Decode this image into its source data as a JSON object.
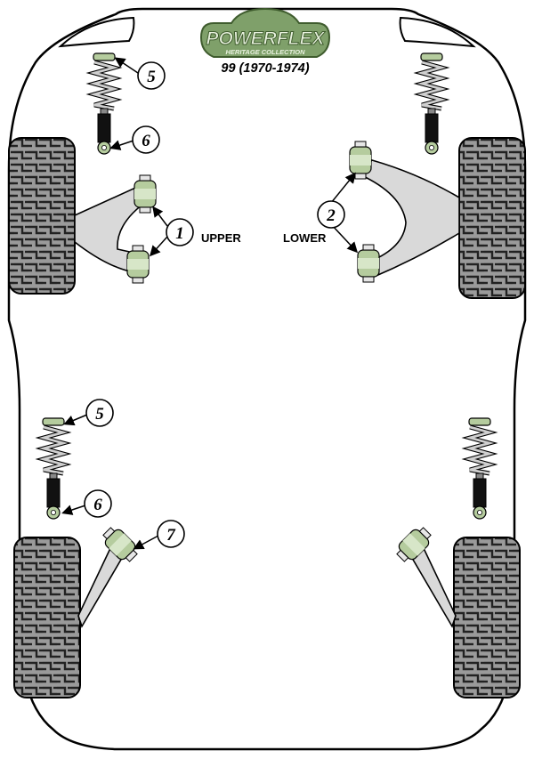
{
  "brand": {
    "name": "POWERFLEX",
    "tagline": "HERITAGE COLLECTION",
    "model": "99 (1970-1974)",
    "colors": {
      "logo_fill": "#7fa06a",
      "logo_dark": "#3f5c2e",
      "logo_light": "#e9f2df"
    }
  },
  "labels": {
    "upper": "UPPER",
    "lower": "LOWER"
  },
  "callouts": [
    {
      "id": "front-spring-top",
      "number": "5"
    },
    {
      "id": "front-shock-bottom",
      "number": "6"
    },
    {
      "id": "upper-arm-bushes",
      "number": "1"
    },
    {
      "id": "lower-arm-bushes",
      "number": "2"
    },
    {
      "id": "rear-spring-top",
      "number": "5"
    },
    {
      "id": "rear-shock-bottom",
      "number": "6"
    },
    {
      "id": "rear-arm-bush",
      "number": "7"
    }
  ],
  "colors": {
    "outline": "#000000",
    "tyre": "#9a9a9a",
    "tyre_tread": "#222222",
    "arm": "#d9d9d9",
    "bush": "#b5cc9e",
    "spring": "#cfcfcf",
    "damper": "#111111"
  }
}
